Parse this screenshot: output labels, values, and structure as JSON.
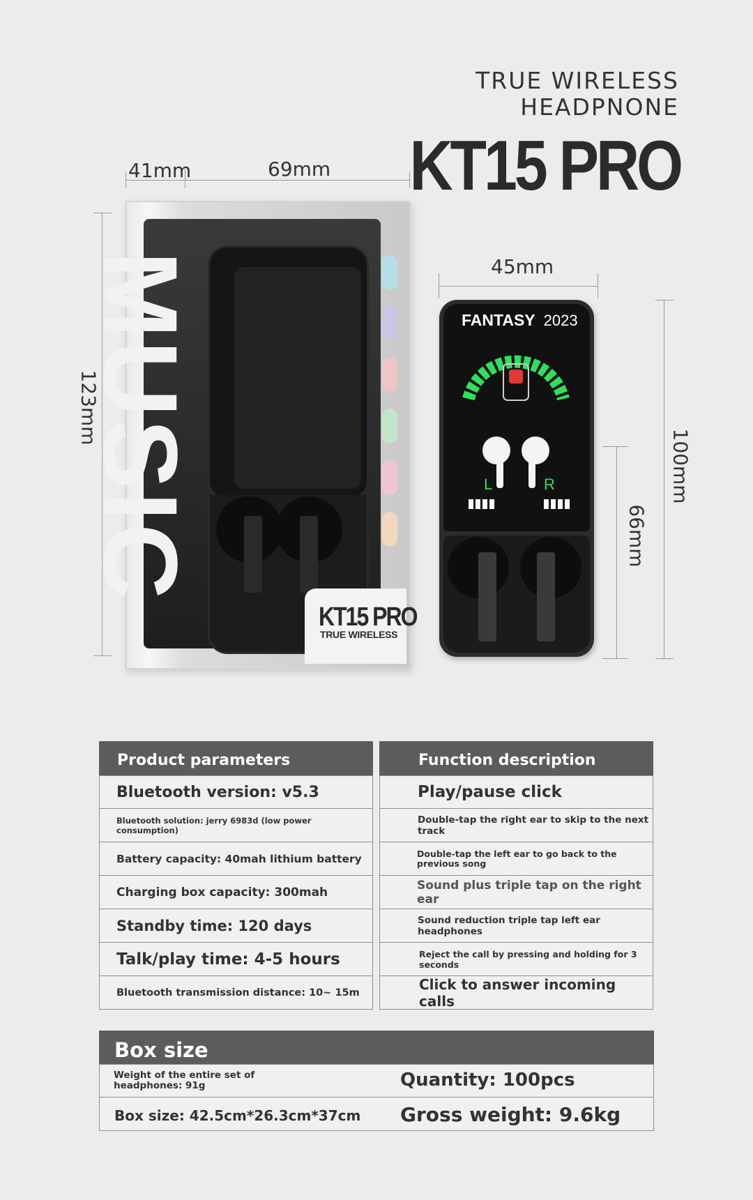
{
  "heading": {
    "line1": "TRUE   WIRELESS",
    "line2": "HEADPNONE",
    "model": "KT15 PRO"
  },
  "dimensions": {
    "box_depth": "41mm",
    "box_width": "69mm",
    "box_height": "123mm",
    "case_width": "45mm",
    "case_height": "100mm",
    "cradle_height": "66mm"
  },
  "retail_box": {
    "side_text": "MUSIC",
    "label_model": "KT15 PRO",
    "label_sub": "TRUE WIRELESS"
  },
  "case": {
    "brand": "FANTASY",
    "year": "2023",
    "left": "L",
    "right": "R"
  },
  "product_parameters": {
    "title": "Product parameters",
    "rows": [
      "Bluetooth version: v5.3",
      "Bluetooth solution: jerry 6983d (low power consumption)",
      "Battery capacity: 40mah lithium battery",
      "Charging box capacity: 300mah",
      "Standby time: 120 days",
      "Talk/play time: 4-5 hours",
      "Bluetooth transmission distance: 10~ 15m"
    ]
  },
  "function_description": {
    "title": "Function description",
    "rows": [
      "Play/pause click",
      "Double-tap the right ear to skip to the next track",
      "Double-tap the left ear to go back to the previous song",
      "Sound plus triple tap on the right ear",
      "Sound reduction triple tap left ear headphones",
      "Reject the call by pressing and holding for 3 seconds",
      "Click to answer incoming calls"
    ]
  },
  "box_size": {
    "title": "Box size",
    "weight_set": "Weight of the entire set of headphones: 91g",
    "quantity": "Quantity: 100pcs",
    "box_dims": "Box size: 42.5cm*26.3cm*37cm",
    "gross_weight": "Gross weight: 9.6kg"
  }
}
